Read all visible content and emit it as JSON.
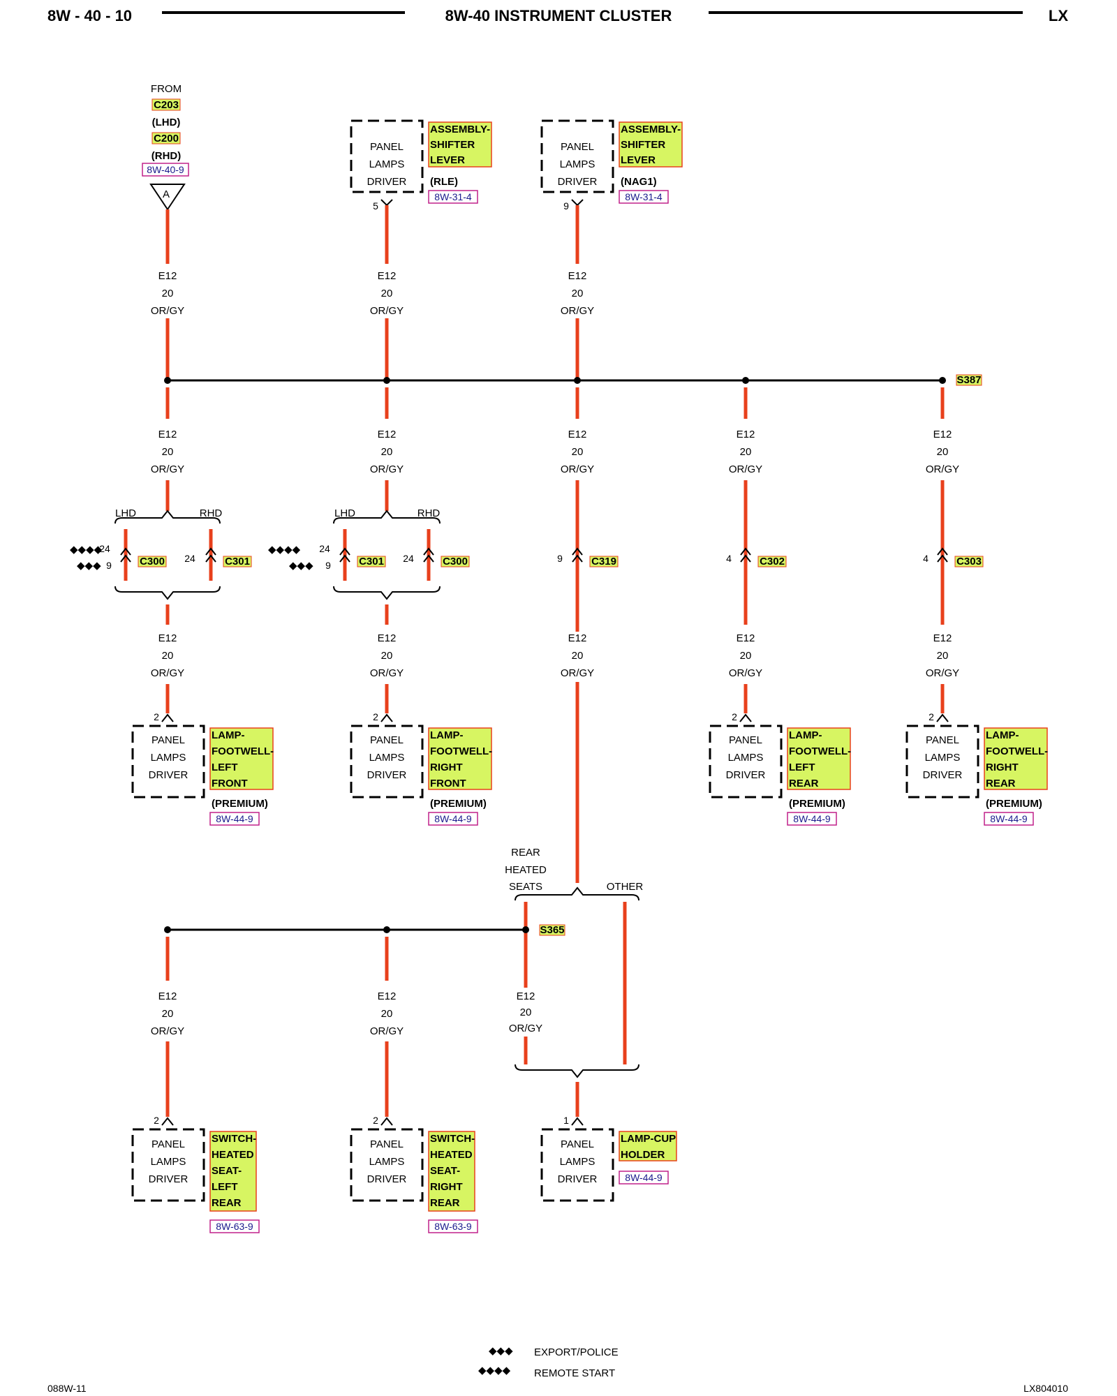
{
  "header": {
    "page_id": "8W - 40 - 10",
    "title": "8W-40 INSTRUMENT CLUSTER",
    "model": "LX"
  },
  "wire": {
    "circuit": "E12",
    "gauge": "20",
    "color": "OR/GY"
  },
  "colors": {
    "wire": "#e8401c",
    "highlight": "#d7f562",
    "ref_box": "#c0208a"
  },
  "source": {
    "from": "FROM",
    "c203": "C203",
    "lhd": "(LHD)",
    "c200": "C200",
    "rhd": "(RHD)",
    "ref": "8W-40-9",
    "terminal": "A"
  },
  "driver": {
    "line1": "PANEL",
    "line2": "LAMPS",
    "line3": "DRIVER"
  },
  "top_components": [
    {
      "name1": "ASSEMBLY-",
      "name2": "SHIFTER",
      "name3": "LEVER",
      "variant": "(RLE)",
      "ref": "8W-31-4",
      "pin": "5"
    },
    {
      "name1": "ASSEMBLY-",
      "name2": "SHIFTER",
      "name3": "LEVER",
      "variant": "(NAG1)",
      "ref": "8W-31-4",
      "pin": "9"
    }
  ],
  "splice_top": "S387",
  "splice_bottom": "S365",
  "options": {
    "lhd": "LHD",
    "rhd": "RHD",
    "rear_heated_1": "REAR",
    "rear_heated_2": "HEATED",
    "rear_heated_3": "SEATS",
    "other": "OTHER"
  },
  "connectors": {
    "g1_left": {
      "name": "C300",
      "pin_a": "24",
      "pin_b": "9"
    },
    "g1_right": {
      "name": "C301",
      "pin": "24"
    },
    "g2_left": {
      "name": "C301",
      "pin_a": "24",
      "pin_b": "9"
    },
    "g2_right": {
      "name": "C300",
      "pin": "24"
    },
    "c319": {
      "name": "C319",
      "pin": "9"
    },
    "c302": {
      "name": "C302",
      "pin": "4"
    },
    "c303": {
      "name": "C303",
      "pin": "4"
    }
  },
  "lamps": [
    {
      "l1": "LAMP-",
      "l2": "FOOTWELL-",
      "l3": "LEFT",
      "l4": "FRONT",
      "variant": "(PREMIUM)",
      "ref": "8W-44-9",
      "pin": "2"
    },
    {
      "l1": "LAMP-",
      "l2": "FOOTWELL-",
      "l3": "RIGHT",
      "l4": "FRONT",
      "variant": "(PREMIUM)",
      "ref": "8W-44-9",
      "pin": "2"
    },
    {
      "l1": "LAMP-",
      "l2": "FOOTWELL-",
      "l3": "LEFT",
      "l4": "REAR",
      "variant": "(PREMIUM)",
      "ref": "8W-44-9",
      "pin": "2"
    },
    {
      "l1": "LAMP-",
      "l2": "FOOTWELL-",
      "l3": "RIGHT",
      "l4": "REAR",
      "variant": "(PREMIUM)",
      "ref": "8W-44-9",
      "pin": "2"
    }
  ],
  "switches": [
    {
      "l1": "SWITCH-",
      "l2": "HEATED",
      "l3": "SEAT-",
      "l4": "LEFT",
      "l5": "REAR",
      "ref": "8W-63-9",
      "pin": "2"
    },
    {
      "l1": "SWITCH-",
      "l2": "HEATED",
      "l3": "SEAT-",
      "l4": "RIGHT",
      "l5": "REAR",
      "ref": "8W-63-9",
      "pin": "2"
    }
  ],
  "cup_holder": {
    "l1": "LAMP-CUP",
    "l2": "HOLDER",
    "ref": "8W-44-9",
    "pin": "1"
  },
  "legend": {
    "export_police": "EXPORT/POLICE",
    "remote_start": "REMOTE START"
  },
  "footer": {
    "left": "088W-11",
    "right": "LX804010"
  }
}
